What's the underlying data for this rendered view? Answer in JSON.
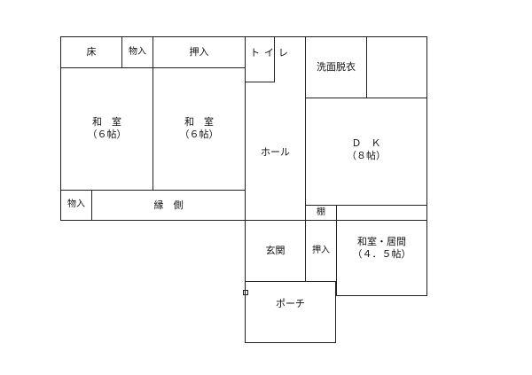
{
  "rooms": {
    "toko": "床",
    "closet1": "物入",
    "closet2": "押入",
    "toilet": "トイレ",
    "washroom": "洗面脱衣",
    "washitsu_left": "和　室\n（６帖）",
    "washitsu_mid": "和　室\n（６帖）",
    "hall": "ホール",
    "dk": "Ｄ　Ｋ\n（８帖）",
    "closet3": "物入",
    "engawa": "縁　側",
    "shelf": "棚",
    "genkan": "玄関",
    "closet4": "押入",
    "washitsu_ima": "和室・居間\n（４．５帖）",
    "porch": "ポーチ"
  }
}
